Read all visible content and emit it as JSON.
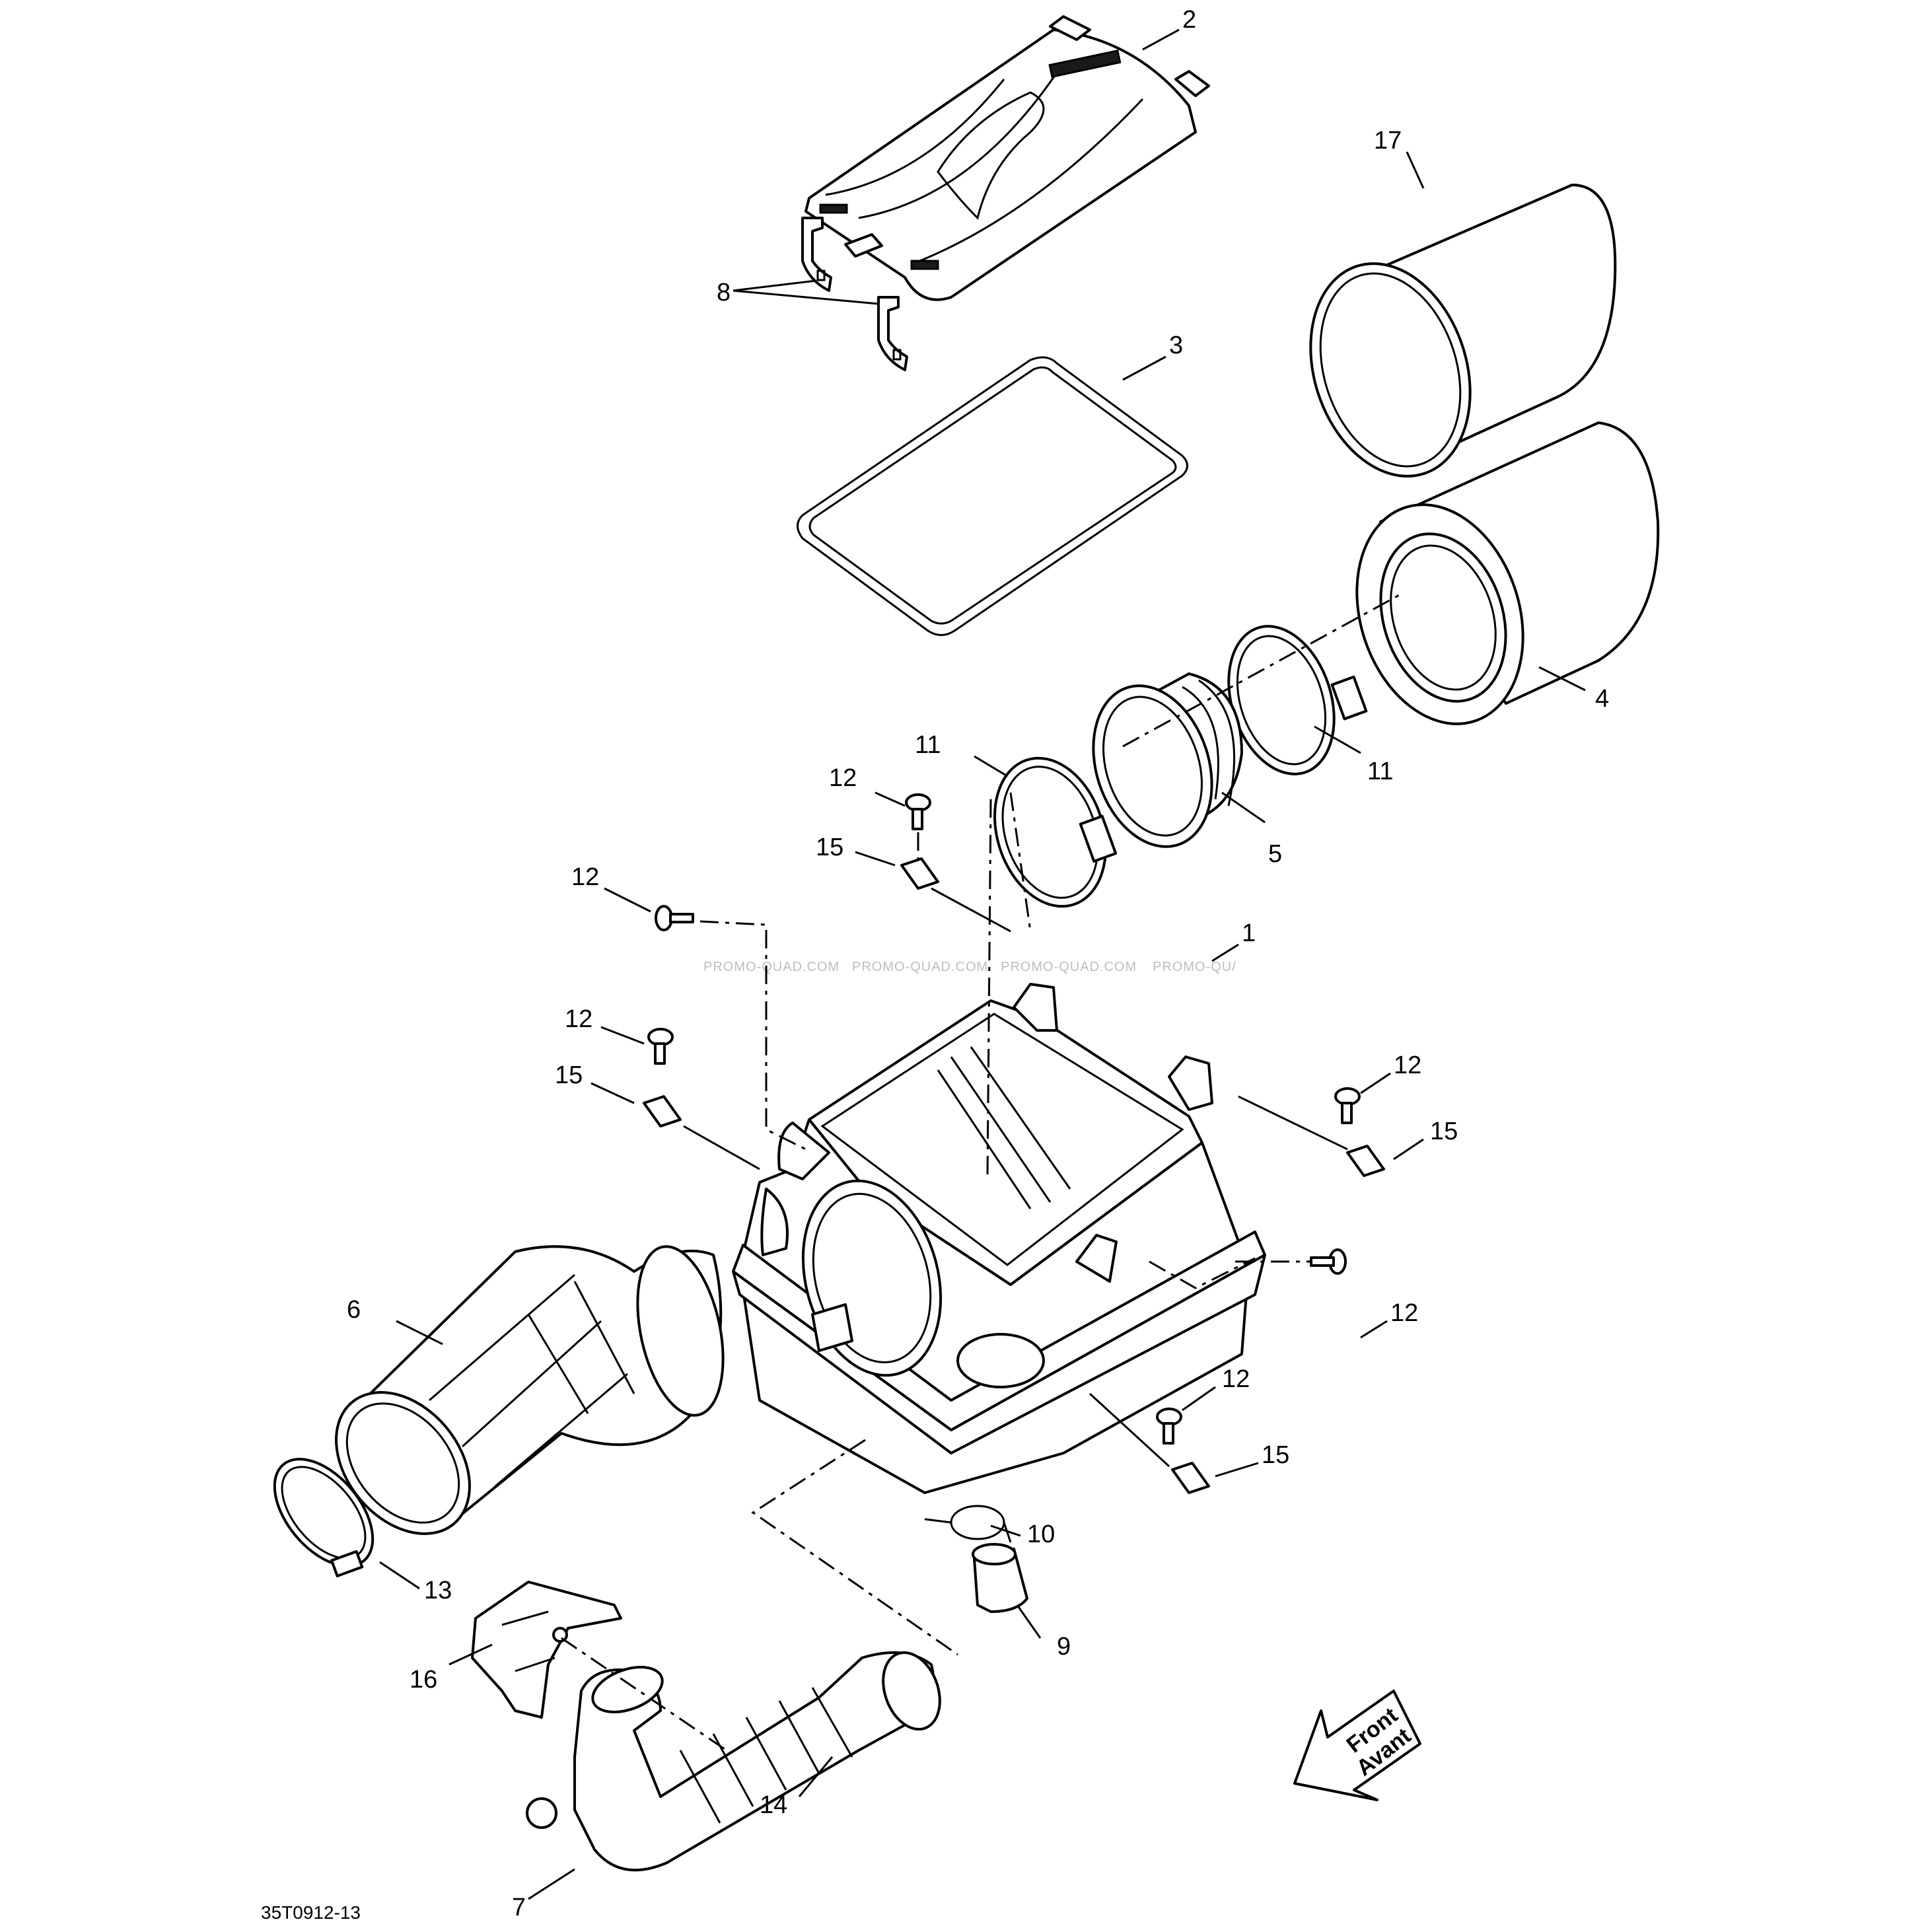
{
  "figure_code": "35T0912-13",
  "watermark": "PROMO-QUAD.COM",
  "watermark_cut": "PROMO-QU/",
  "front_arrow": {
    "line1": "Front",
    "line2": "Avant"
  },
  "callouts": {
    "c1": "1",
    "c2": "2",
    "c3": "3",
    "c4": "4",
    "c5": "5",
    "c6": "6",
    "c7": "7",
    "c8": "8",
    "c9": "9",
    "c10": "10",
    "c11": "11",
    "c13": "13",
    "c14": "14",
    "c16": "16",
    "c17": "17",
    "c12": "12",
    "c15": "15"
  }
}
